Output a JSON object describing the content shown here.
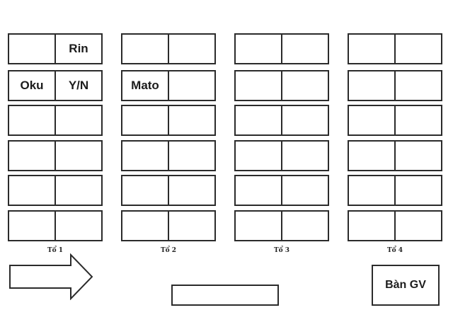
{
  "groups": [
    {
      "label": "Tổ 1",
      "rows": [
        [
          "",
          "Rin"
        ],
        [
          "Oku",
          "Y/N"
        ],
        [
          "",
          ""
        ],
        [
          "",
          ""
        ],
        [
          "",
          ""
        ],
        [
          "",
          ""
        ]
      ]
    },
    {
      "label": "Tổ 2",
      "rows": [
        [
          "",
          ""
        ],
        [
          "Mato",
          ""
        ],
        [
          "",
          ""
        ],
        [
          "",
          ""
        ],
        [
          "",
          ""
        ],
        [
          "",
          ""
        ]
      ]
    },
    {
      "label": "Tổ 3",
      "rows": [
        [
          "",
          ""
        ],
        [
          "",
          ""
        ],
        [
          "",
          ""
        ],
        [
          "",
          ""
        ],
        [
          "",
          ""
        ],
        [
          "",
          ""
        ]
      ]
    },
    {
      "label": "Tổ 4",
      "rows": [
        [
          "",
          ""
        ],
        [
          "",
          ""
        ],
        [
          "",
          ""
        ],
        [
          "",
          ""
        ],
        [
          "",
          ""
        ],
        [
          "",
          ""
        ]
      ]
    }
  ],
  "teacher_desk": {
    "label": "Bàn GV"
  },
  "arrow_icon": "arrow-right-icon",
  "colors": {
    "stroke": "#2b2b2b",
    "background": "#ffffff",
    "text": "#1c1c1c"
  }
}
